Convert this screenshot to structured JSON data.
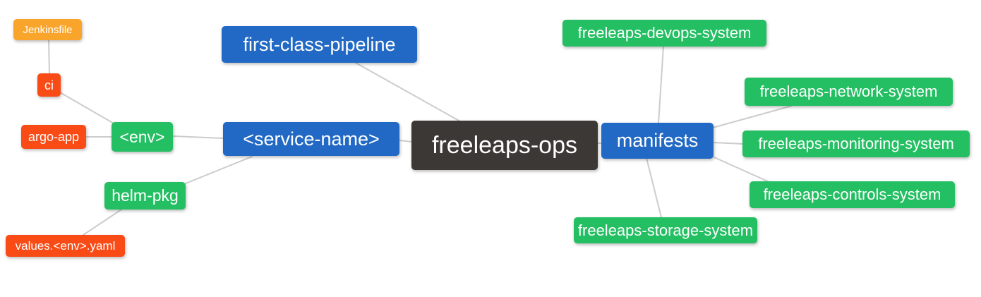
{
  "palette": {
    "blue": "#2169C4",
    "green": "#23BF62",
    "red": "#F94B16",
    "orange": "#F9A52B",
    "dark": "#3C3836",
    "edge": "#CCCCCC",
    "node_text": "#FFFFFF",
    "background": "#FFFFFF"
  },
  "diagram": {
    "type": "mindmap",
    "root": "freeleaps-ops",
    "nodes": {
      "jenkinsfile": {
        "label": "Jenkinsfile",
        "color": "orange"
      },
      "ci": {
        "label": "ci",
        "color": "red"
      },
      "argo_app": {
        "label": "argo-app",
        "color": "red"
      },
      "env": {
        "label": "<env>",
        "color": "green"
      },
      "helm_pkg": {
        "label": "helm-pkg",
        "color": "green"
      },
      "values_env_yaml": {
        "label": "values.<env>.yaml",
        "color": "red"
      },
      "first_class_pipeline": {
        "label": "first-class-pipeline",
        "color": "blue"
      },
      "service_name": {
        "label": "<service-name>",
        "color": "blue"
      },
      "freeleaps_ops": {
        "label": "freeleaps-ops",
        "color": "dark"
      },
      "manifests": {
        "label": "manifests",
        "color": "blue"
      },
      "devops_system": {
        "label": "freeleaps-devops-system",
        "color": "green"
      },
      "network_system": {
        "label": "freeleaps-network-system",
        "color": "green"
      },
      "monitoring_system": {
        "label": "freeleaps-monitoring-system",
        "color": "green"
      },
      "controls_system": {
        "label": "freeleaps-controls-system",
        "color": "green"
      },
      "storage_system": {
        "label": "freeleaps-storage-system",
        "color": "green"
      }
    },
    "edges": [
      [
        "jenkinsfile",
        "ci"
      ],
      [
        "ci",
        "env"
      ],
      [
        "argo_app",
        "env"
      ],
      [
        "env",
        "service_name"
      ],
      [
        "helm_pkg",
        "service_name"
      ],
      [
        "values_env_yaml",
        "helm_pkg"
      ],
      [
        "first_class_pipeline",
        "freeleaps_ops"
      ],
      [
        "service_name",
        "freeleaps_ops"
      ],
      [
        "freeleaps_ops",
        "manifests"
      ],
      [
        "manifests",
        "devops_system"
      ],
      [
        "manifests",
        "network_system"
      ],
      [
        "manifests",
        "monitoring_system"
      ],
      [
        "manifests",
        "controls_system"
      ],
      [
        "manifests",
        "storage_system"
      ]
    ]
  }
}
